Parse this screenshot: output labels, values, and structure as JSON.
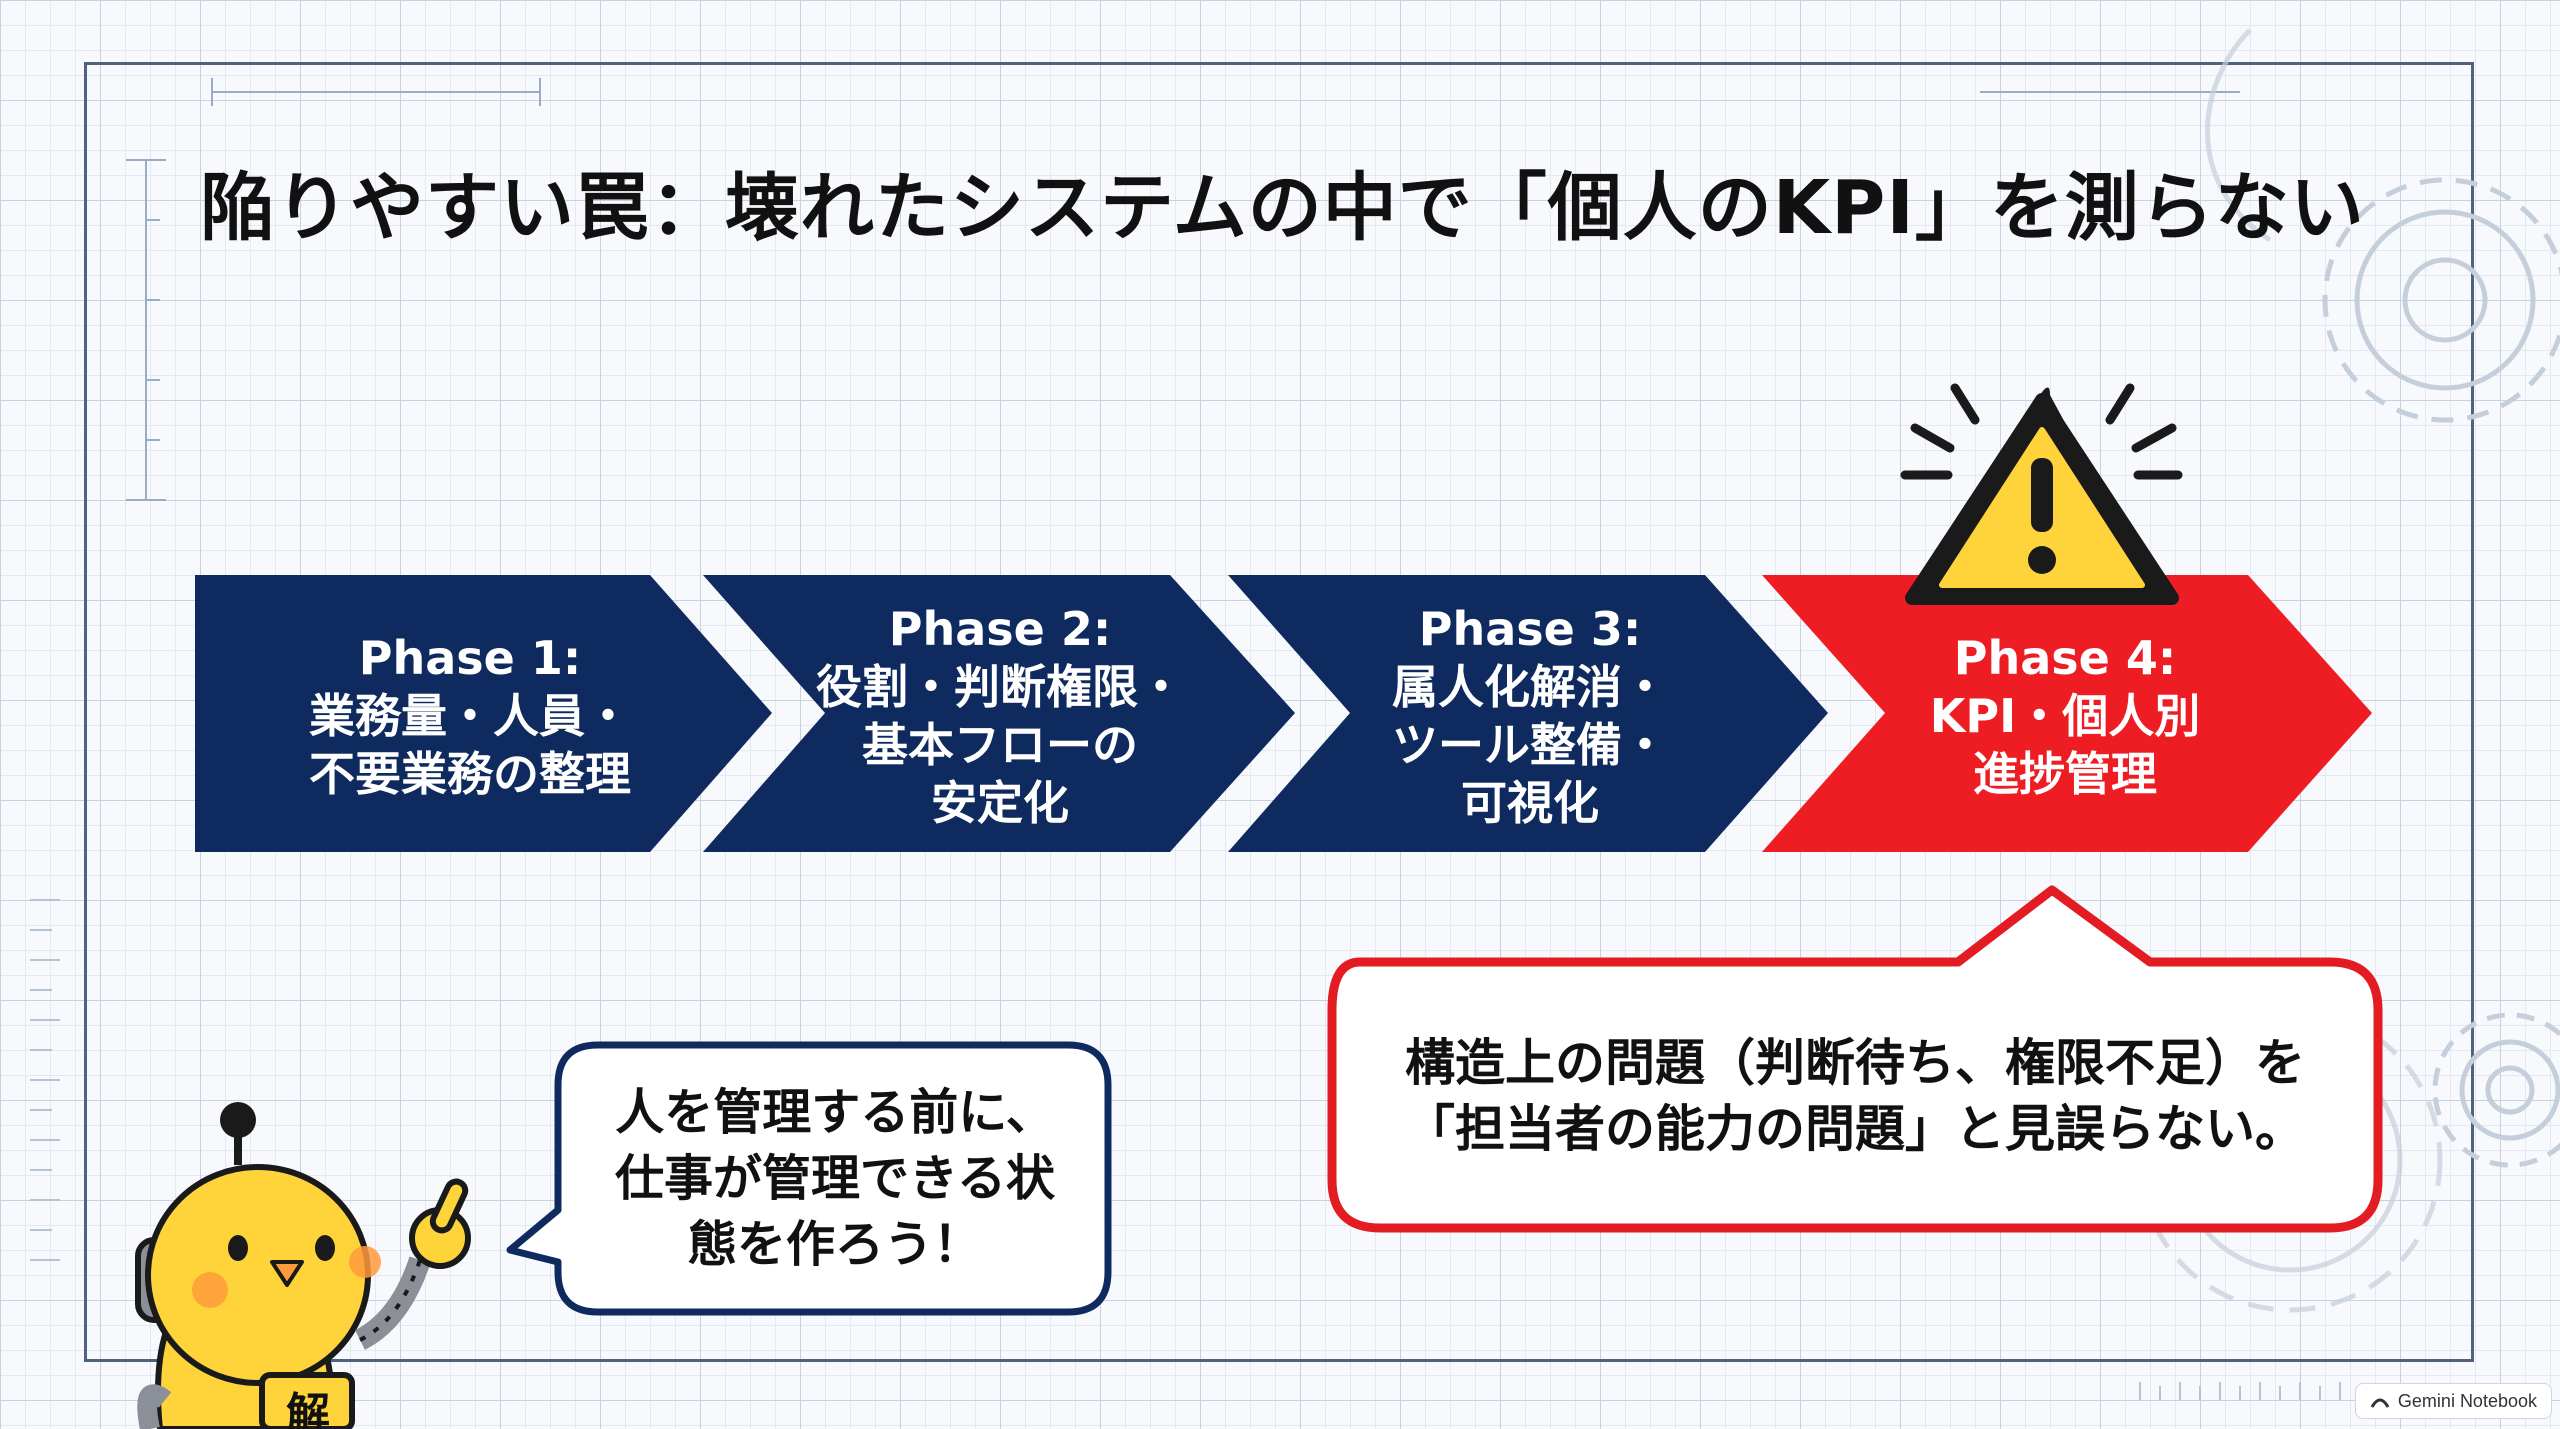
{
  "title": "陥りやすい罠：壊れたシステムの中で「個人のKPI」を測らない",
  "phases": [
    {
      "label": "Phase 1:",
      "lines": [
        "業務量・人員・",
        "不要業務の整理"
      ],
      "color": "#0e2a5e"
    },
    {
      "label": "Phase 2:",
      "lines": [
        "役割・判断権限・",
        "基本フローの",
        "安定化"
      ],
      "color": "#0e2a5e"
    },
    {
      "label": "Phase 3:",
      "lines": [
        "属人化解消・",
        "ツール整備・",
        "可視化"
      ],
      "color": "#0e2a5e"
    },
    {
      "label": "Phase 4:",
      "lines": [
        "KPI・個人別",
        "進捗管理"
      ],
      "color": "#ee1d23"
    }
  ],
  "warning_callout": {
    "lines": [
      "構造上の問題（判断待ち、権限不足）を",
      "「担当者の能力の問題」と見誤らない。"
    ],
    "border_color": "#e31c23"
  },
  "mascot_bubble": {
    "lines": [
      "人を管理する前に、",
      "仕事が管理できる状",
      "態を作ろう！"
    ],
    "border_color": "#0e2a5e"
  },
  "mascot": {
    "badge": "解",
    "color": "#ffd43a"
  },
  "warning_icon": "warning-triangle-icon",
  "watermark": {
    "icon": "notebook-icon",
    "text": "Gemini Notebook"
  }
}
